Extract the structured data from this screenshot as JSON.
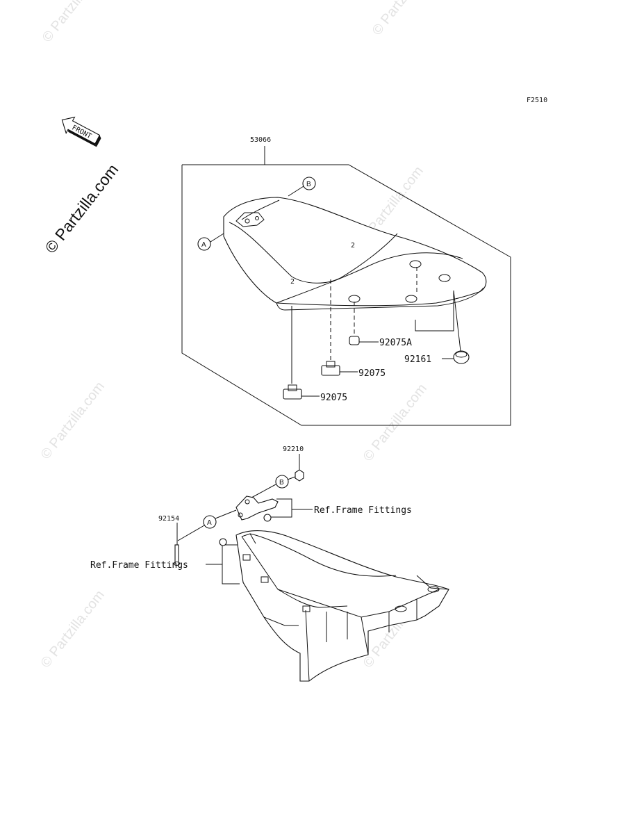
{
  "figure_code": "F2510",
  "front_badge": "FRONT",
  "watermark": {
    "main": "© Partzilla.com",
    "faint": "© Partzilla.com"
  },
  "parts": {
    "seat": "53066",
    "damper_a": "92075A",
    "damper_left": "92075",
    "damper_mid": "92075",
    "damper_right": "92161",
    "nut": "92210",
    "bolt": "92154"
  },
  "callouts": {
    "a": "A",
    "b": "B"
  },
  "references": {
    "frame_fittings_right": "Ref.Frame Fittings",
    "frame_fittings_left": "Ref.Frame Fittings"
  }
}
